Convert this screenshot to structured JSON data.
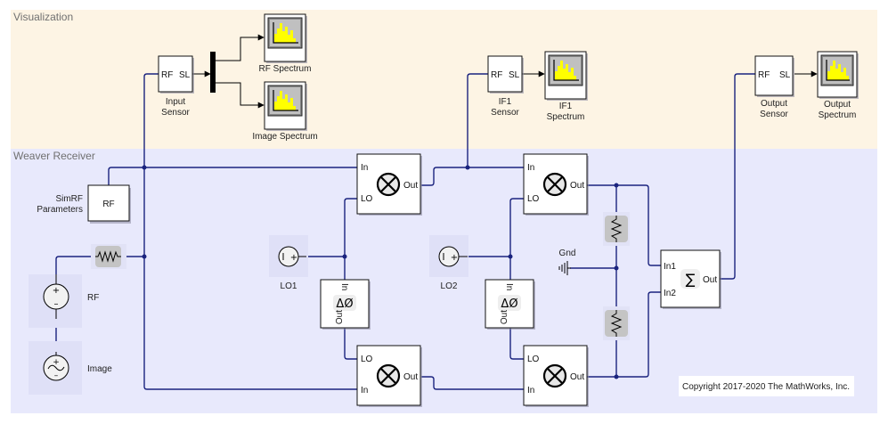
{
  "areas": {
    "visualization": {
      "title": "Visualization",
      "color": "#fdf4e4"
    },
    "receiver": {
      "title": "Weaver Receiver",
      "color": "#e8e9fc"
    }
  },
  "colors": {
    "wire": "#1a237e",
    "scope_bars": "#ffff00",
    "scope_screen": "#c0c0c0"
  },
  "sensors": {
    "input": {
      "name": "Input\nSensor",
      "line1": "Input",
      "line2": "Sensor",
      "port_in": "RF",
      "port_out": "SL"
    },
    "if1": {
      "line1": "IF1",
      "line2": "Sensor",
      "port_in": "RF",
      "port_out": "SL"
    },
    "output": {
      "line1": "Output",
      "line2": "Sensor",
      "port_in": "RF",
      "port_out": "SL"
    }
  },
  "scopes": {
    "rf": {
      "line1": "RF Spectrum",
      "line2": ""
    },
    "image": {
      "line1": "Image Spectrum",
      "line2": ""
    },
    "if1": {
      "line1": "IF1",
      "line2": "Spectrum"
    },
    "output": {
      "line1": "Output",
      "line2": "Spectrum"
    }
  },
  "simrf": {
    "label1": "SimRF",
    "label2": "Parameters",
    "text": "RF"
  },
  "sources": {
    "rf": {
      "label": "RF",
      "icon": "dc-voltage-source-icon"
    },
    "image": {
      "label": "Image",
      "icon": "ac-voltage-source-icon"
    },
    "lo1": {
      "label": "LO1",
      "icon": "continuous-wave-icon"
    },
    "lo2": {
      "label": "LO2",
      "icon": "continuous-wave-icon"
    }
  },
  "mixers": {
    "ports": {
      "in": "In",
      "lo": "LO",
      "out": "Out"
    }
  },
  "phase_shift": {
    "symbol": "ΔØ",
    "port_in": "In",
    "port_out": "Out"
  },
  "ground": {
    "label": "Gnd"
  },
  "summer": {
    "symbol": "∑",
    "port_in1": "In1",
    "port_in2": "In2",
    "port_out": "Out"
  },
  "copyright": "Copyright 2017-2020 The MathWorks, Inc."
}
